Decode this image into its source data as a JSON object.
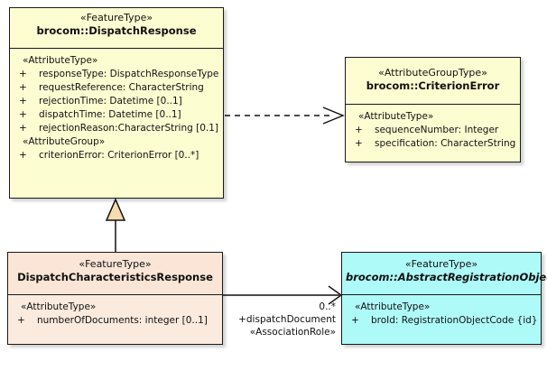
{
  "diagram": {
    "type": "uml-class-diagram",
    "classes": [
      {
        "id": "dispatch-response",
        "stereotype": "«FeatureType»",
        "name": "brocom::DispatchResponse",
        "abstract": false,
        "fill": "#fdfdd2",
        "compartments": [
          {
            "group_stereotype": "«AttributeType»",
            "attributes": [
              {
                "visibility": "+",
                "text": "responseType: DispatchResponseType"
              },
              {
                "visibility": "+",
                "text": "requestReference: CharacterString"
              },
              {
                "visibility": "+",
                "text": "rejectionTime: Datetime [0..1]"
              },
              {
                "visibility": "+",
                "text": "dispatchTime: Datetime [0..1]"
              },
              {
                "visibility": "+",
                "text": "rejectionReason:CharacterString [0.1]"
              }
            ]
          },
          {
            "group_stereotype": "«AttributeGroup»",
            "attributes": [
              {
                "visibility": "+",
                "text": "criterionError: CriterionError [0..*]"
              }
            ]
          }
        ]
      },
      {
        "id": "criterion-error",
        "stereotype": "«AttributeGroupType»",
        "name": "brocom::CriterionError",
        "abstract": false,
        "fill": "#fdfdd2",
        "compartments": [
          {
            "group_stereotype": "«AttributeType»",
            "attributes": [
              {
                "visibility": "+",
                "text": "sequenceNumber: Integer"
              },
              {
                "visibility": "+",
                "text": "specification: CharacterString"
              }
            ]
          }
        ]
      },
      {
        "id": "dispatch-characteristics",
        "stereotype": "«FeatureType»",
        "name": "DispatchCharacteristicsResponse",
        "abstract": false,
        "fill": "#fbeade",
        "compartments": [
          {
            "group_stereotype": "«AttributeType»",
            "attributes": [
              {
                "visibility": "+",
                "text": "numberOfDocuments: integer [0..1]"
              }
            ]
          }
        ]
      },
      {
        "id": "abstract-registration-object",
        "stereotype": "«FeatureType»",
        "name": "brocom::AbstractRegistrationObject",
        "abstract": true,
        "fill": "#aefaf9",
        "compartments": [
          {
            "group_stereotype": "«AttributeType»",
            "attributes": [
              {
                "visibility": "+",
                "text": "broId: RegistrationObjectCode {id}"
              }
            ]
          }
        ]
      }
    ],
    "connectors": [
      {
        "id": "dependency-dispatch-response-to-criterion-error",
        "kind": "dependency",
        "style": "dashed",
        "arrowhead": "open",
        "from": "dispatch-response",
        "to": "criterion-error"
      },
      {
        "id": "generalization-dispatch-characteristics-to-dispatch-response",
        "kind": "generalization",
        "style": "solid",
        "arrowhead": "hollow-triangle",
        "from": "dispatch-characteristics",
        "to": "dispatch-response"
      },
      {
        "id": "association-dispatch-document",
        "kind": "association",
        "style": "solid",
        "arrowhead": "open",
        "from": "dispatch-characteristics",
        "to": "abstract-registration-object",
        "target_multiplicity": "0..*",
        "target_role": "+dispatchDocument",
        "target_stereotype": "«AssociationRole»"
      }
    ]
  },
  "colors": {
    "feature_type_yellow": "#fdfdd2",
    "feature_type_pink": "#fbeade",
    "feature_type_cyan": "#aefaf9",
    "border": "#1a1a1a",
    "generalization_triangle_fill": "#f7dcb0",
    "background": "#ffffff"
  }
}
